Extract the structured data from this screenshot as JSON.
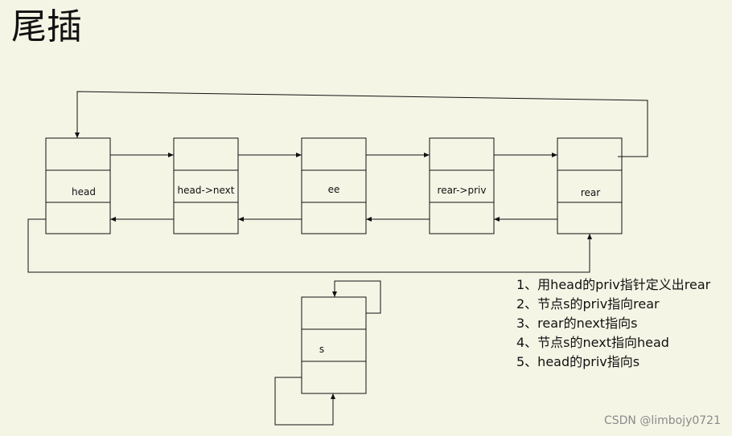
{
  "title": "尾插",
  "nodes": {
    "head": "head",
    "head_next": "head->next",
    "ee": "ee",
    "rear_priv": "rear->priv",
    "rear": "rear",
    "s": "s"
  },
  "steps": [
    "1、用head的priv指针定义出rear",
    "2、节点s的priv指向rear",
    "3、rear的next指向s",
    "4、节点s的next指向head",
    "5、head的priv指向s"
  ],
  "watermark": "CSDN @limbojy0721"
}
